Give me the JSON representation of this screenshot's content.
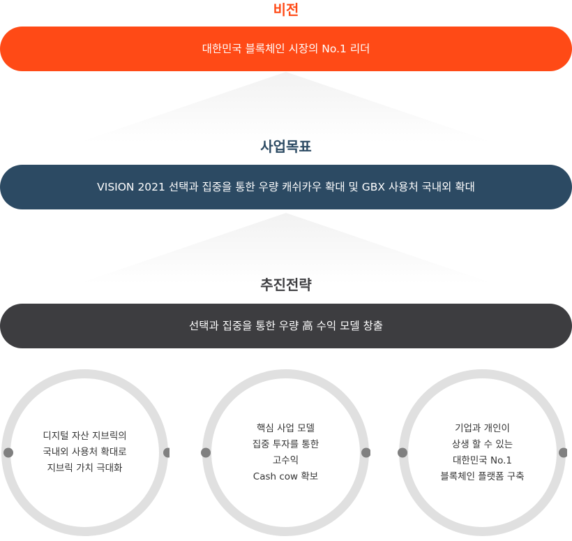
{
  "vision": {
    "title": "비전",
    "bar_text": "대한민국 블록체인 시장의 No.1 리더"
  },
  "goal": {
    "title": "사업목표",
    "bar_text": "VISION 2021 선택과 집중을 통한 우량 캐쉬카우 확대 및 GBX 사용처 국내외 확대"
  },
  "strategy": {
    "title": "추진전략",
    "bar_text": "선택과 집중을 통한 우량 高 수익 모델 창출"
  },
  "pillars": [
    {
      "lines": [
        "디지털 자산 지브릭의",
        "국내외 사용처 확대로",
        "지브릭 가치 극대화"
      ]
    },
    {
      "lines": [
        "핵심 사업 모델",
        "집중 투자를 통한",
        "고수익",
        "Cash cow 확보"
      ]
    },
    {
      "lines": [
        "기업과 개인이",
        "상생 할 수 있는",
        "대한민국 No.1",
        "블록체인 플랫폼 구축"
      ]
    }
  ],
  "colors": {
    "vision": "#ff4a16",
    "vision_title": "#ff4a16",
    "goal": "#2c4a63",
    "goal_title": "#2c4a63",
    "strategy": "#3d3d40",
    "strategy_title": "#3d3d40",
    "ring": "#e0e0e0",
    "ring_dot": "#808080"
  }
}
